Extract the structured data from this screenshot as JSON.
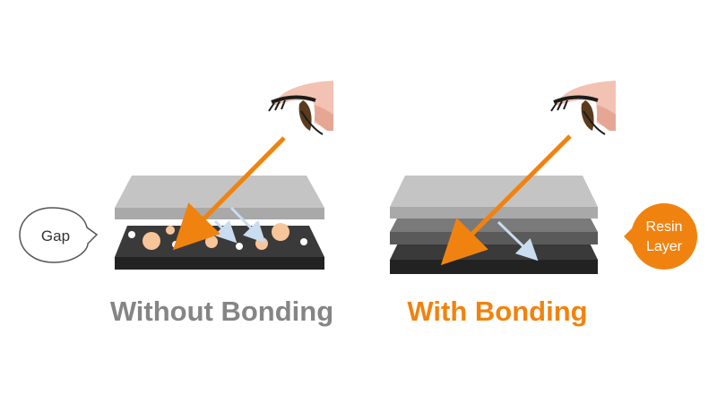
{
  "labels": {
    "without_bonding": "Without Bonding",
    "with_bonding": "With Bonding",
    "gap": "Gap",
    "resin_line1": "Resin",
    "resin_line2": "Layer"
  },
  "colors": {
    "accent_orange": "#f0830f",
    "caption_gray": "#858585",
    "cover_glass": "#bdbdbd",
    "display_panel": "#2f2f2f",
    "resin_layer": "#6e6e6e",
    "particle_orange": "#f7c59a",
    "reflection_arrow": "#c9dcf0"
  },
  "icons": {
    "viewer": "eye-icon",
    "gap_callout": "speech-bubble-icon",
    "resin_callout": "speech-bubble-icon"
  }
}
